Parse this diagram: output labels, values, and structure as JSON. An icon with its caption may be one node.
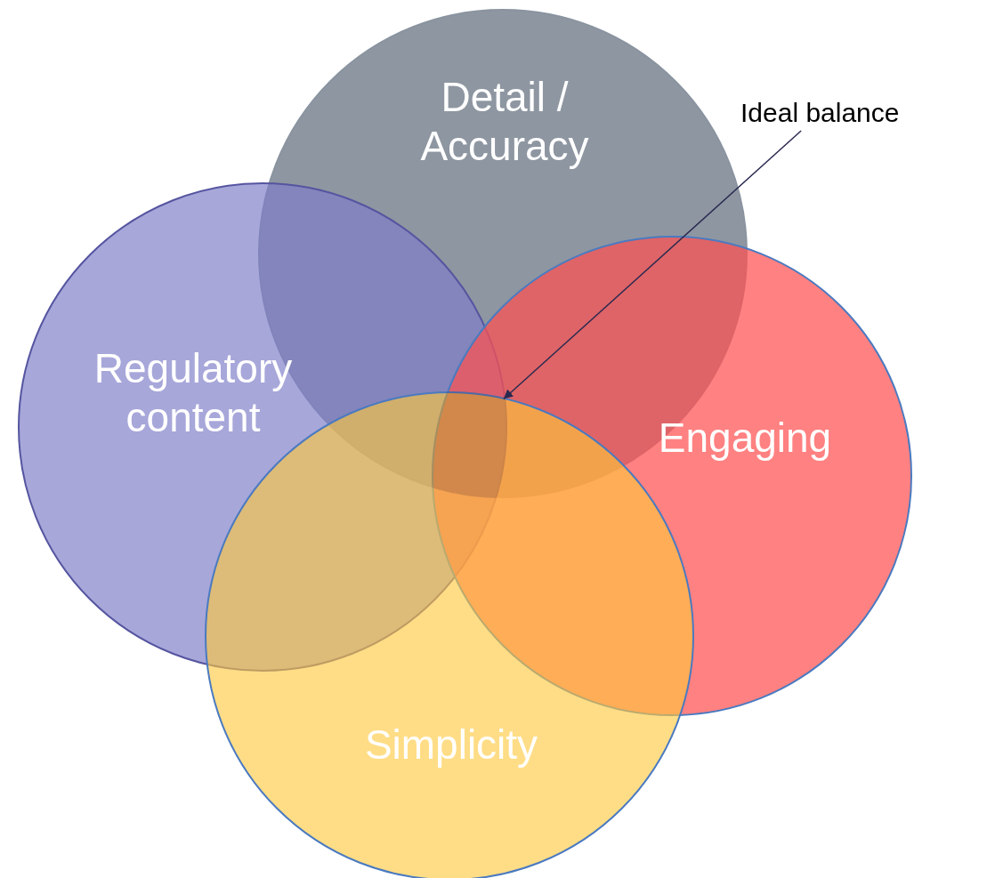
{
  "diagram": {
    "nodes": [
      {
        "text": [
          "Detail / Accuracy"
        ]
      },
      {
        "text": [
          "Ideal balance"
        ]
      },
      {
        "text": [
          "Regulatory content"
        ]
      },
      {
        "text": [
          "Engaging"
        ]
      },
      {
        "text": [
          "Simplicity"
        ]
      },
      {
        "text": [],
        "shape": "region"
      }
    ],
    "edges": [
      {
        "from": 1,
        "to": 5,
        "arrow": "to"
      }
    ]
  }
}
